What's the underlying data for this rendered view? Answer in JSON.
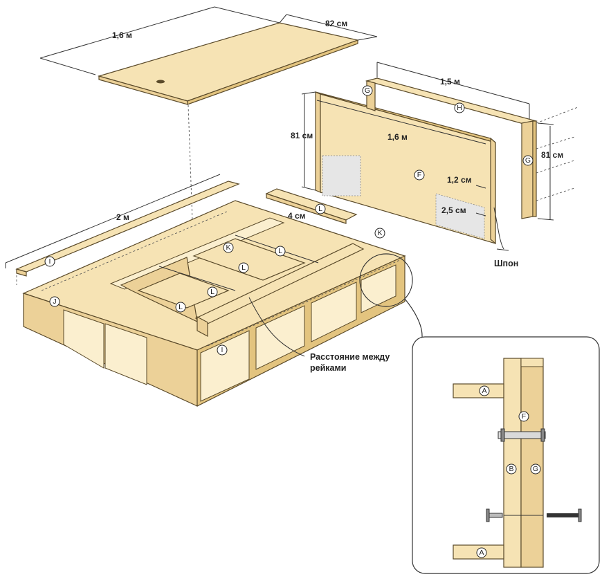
{
  "dimensions": {
    "top_length": "1,6 м",
    "top_width": "82 см",
    "frame_length": "1,5 м",
    "headboard_height_left": "81 см",
    "headboard_length": "1,6 м",
    "frame_height_right": "81 см",
    "gap_small": "1,2 см",
    "gap_large": "2,5 см",
    "slat_length": "2 м",
    "slat_offset": "4 см"
  },
  "part_labels": {
    "A1": "A",
    "A2": "A",
    "B": "B",
    "F_detail": "F",
    "G_detail": "G",
    "F": "F",
    "G1": "G",
    "G2": "G",
    "H": "H",
    "I1": "I",
    "I2": "I",
    "J": "J",
    "K1": "K",
    "K2": "K",
    "L1": "L",
    "L2": "L",
    "L3": "L",
    "L4": "L",
    "L5": "L"
  },
  "annotations": {
    "veneer": "Шпон",
    "slat_spacing": "Расстояние между рейками"
  },
  "colors": {
    "wood_light": "#f6e3b4",
    "wood_mid": "#ecd198",
    "wood_dark": "#e3c47f",
    "outline": "#5a4a2a"
  }
}
